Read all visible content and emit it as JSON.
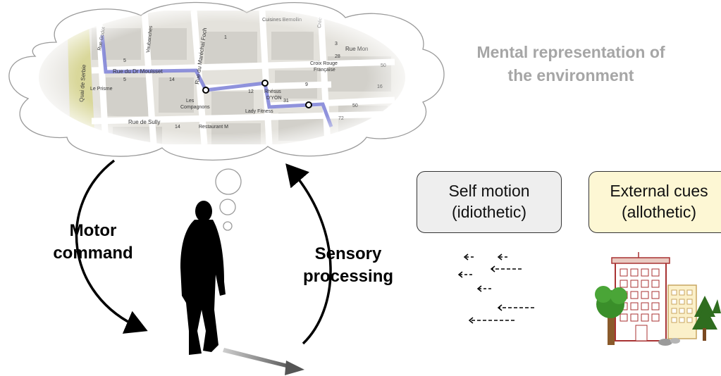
{
  "diagram": {
    "mental_representation": {
      "line1": "Mental representation of",
      "line2": "the environment"
    },
    "motor_command": {
      "line1": "Motor",
      "line2": "command"
    },
    "sensory_processing": {
      "line1": "Sensory",
      "line2": "processing"
    },
    "self_motion": {
      "line1": "Self motion",
      "line2": "(idiothetic)"
    },
    "external_cues": {
      "line1": "External cues",
      "line2": "(allothetic)"
    },
    "map_labels": {
      "rue_godot": "Rue Godot",
      "quai_de_serbie": "Quai de Serbie",
      "rue_du_dr_mouisset": "Rue du Dr Mouisset",
      "rue_du_marechal_foch": "Rue du Maréchal Foch",
      "cuisines_bernollin": "Cuisines Bernollin",
      "rue_moncey": "Rue Mon",
      "croix_rouge": "Croix Rouge",
      "francaise": "Française",
      "le_prisme": "Le Prisme",
      "les": "Les",
      "compagnons": "Compagnons",
      "rue_de_sully": "Rue de Sully",
      "restaurant_m": "Restaurant M",
      "lady_fitness": "Lady Fitness",
      "rhesus": "Rhésus",
      "dyon": "D'YON",
      "crequi": "Créqui",
      "vauban": "Vaubanches",
      "n1": "1",
      "n5a": "5",
      "n5b": "5",
      "n14a": "14",
      "n14b": "14",
      "n12": "12",
      "n9": "9",
      "n31": "31",
      "n50": "50",
      "n72": "72",
      "n28": "28",
      "n3": "3",
      "n50b": "50",
      "n16": "16"
    },
    "colors": {
      "route": "#7b7fd6",
      "map_bg": "#e4e2dc",
      "box_self": "#eeeeee",
      "box_external": "#fdf7d4",
      "caption": "#a6a6a6"
    }
  }
}
